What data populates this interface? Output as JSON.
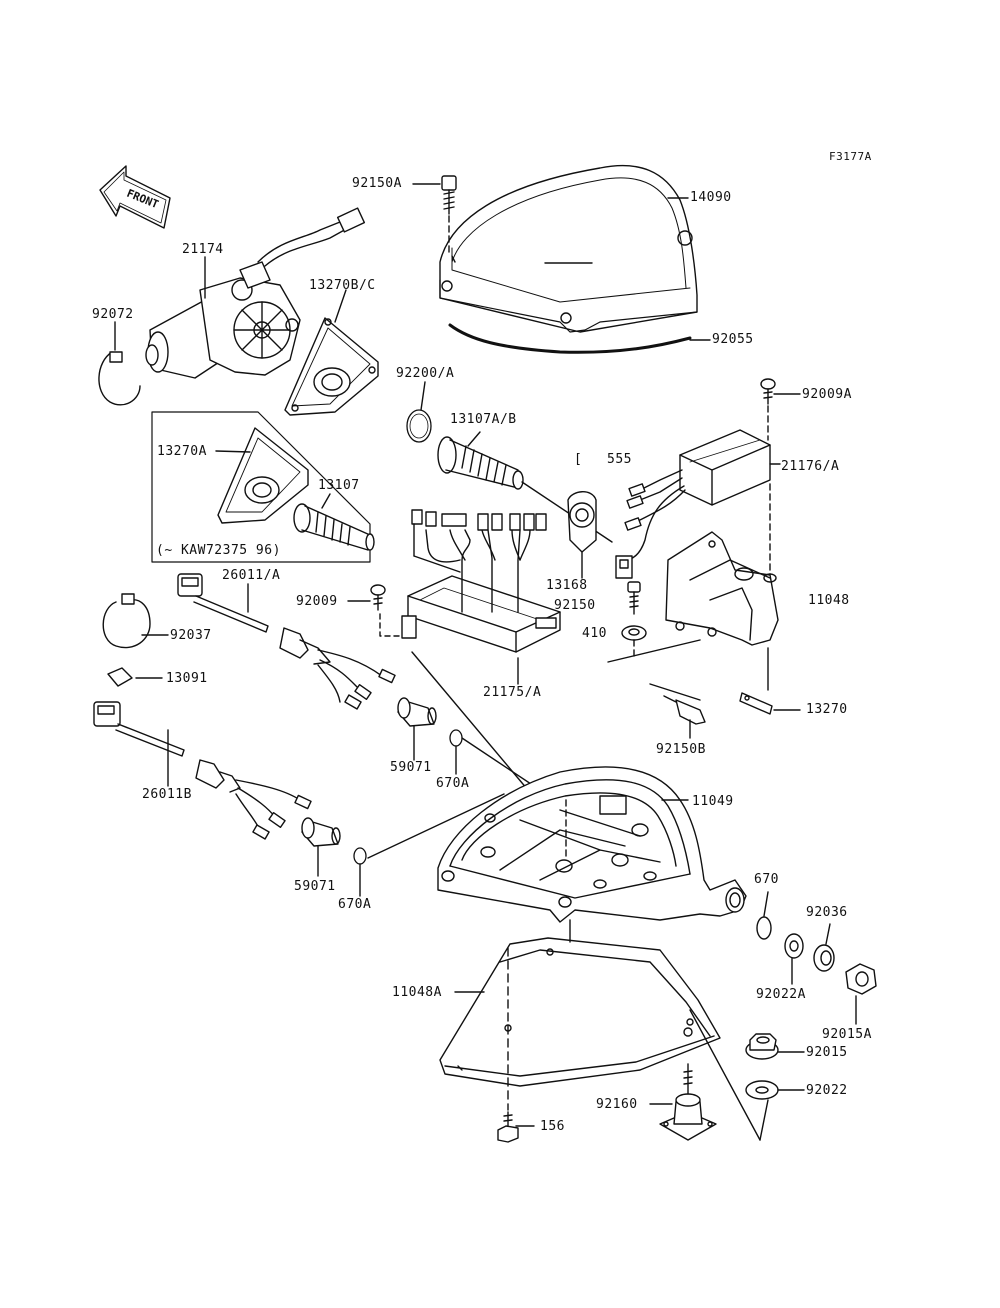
{
  "diagram": {
    "figure_code": "F3177A",
    "front_label": "FRONT",
    "labels": {
      "p92150A": "92150A",
      "p14090": "14090",
      "p92055": "92055",
      "p21174": "21174",
      "p13270BC": "13270B/C",
      "p92072": "92072",
      "p92200A": "92200/A",
      "p13107AB": "13107A/B",
      "p92009A": "92009A",
      "p555": "555",
      "p555_bracket": "[",
      "p21176A": "21176/A",
      "p13270A": "13270A",
      "p13107": "13107",
      "kaw_note": "(~ KAW72375  96)",
      "p13168": "13168",
      "p11048": "11048",
      "p26011A": "26011/A",
      "p92009": "92009",
      "p92150": "92150",
      "p410": "410",
      "p92037": "92037",
      "p21175A": "21175/A",
      "p13091": "13091",
      "p13270": "13270",
      "p92150B": "92150B",
      "p59071_a": "59071",
      "p670A_a": "670A",
      "p11049": "11049",
      "p26011B": "26011B",
      "p59071_b": "59071",
      "p670A_b": "670A",
      "p670": "670",
      "p92036": "92036",
      "p11048A": "11048A",
      "p92022A": "92022A",
      "p92015A": "92015A",
      "p92015": "92015",
      "p92022": "92022",
      "p92160": "92160",
      "p156": "156"
    }
  }
}
